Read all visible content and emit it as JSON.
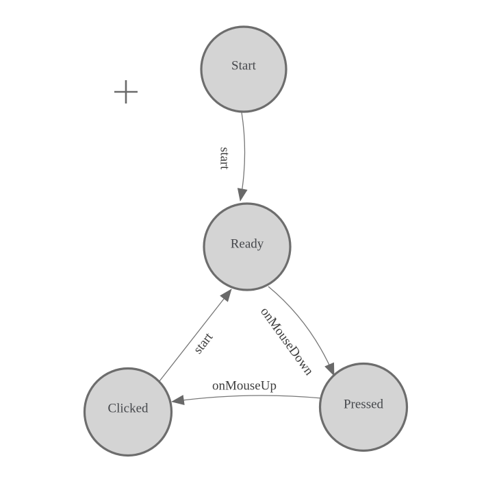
{
  "diagram": {
    "kind": "finite-state-machine",
    "background": "#ffffff",
    "colors": {
      "node_fill": "#d4d4d4",
      "node_border": "#6d6d6d",
      "edge_line": "#767676",
      "arrowhead": "#696969",
      "node_label_text": "#46484c",
      "edge_label_text": "#3d3d3d",
      "origin_cross": "#6a6a6a"
    },
    "nodes": [
      {
        "id": "start",
        "label": "Start"
      },
      {
        "id": "ready",
        "label": "Ready"
      },
      {
        "id": "clicked",
        "label": "Clicked"
      },
      {
        "id": "pressed",
        "label": "Pressed"
      }
    ],
    "edges": [
      {
        "id": "start-to-ready",
        "from": "Start",
        "to": "Ready",
        "label": "start"
      },
      {
        "id": "clicked-to-ready",
        "from": "Clicked",
        "to": "Ready",
        "label": "start"
      },
      {
        "id": "ready-to-pressed",
        "from": "Ready",
        "to": "Pressed",
        "label": "onMouseDown"
      },
      {
        "id": "pressed-to-clicked",
        "from": "Pressed",
        "to": "Clicked",
        "label": "onMouseUp"
      }
    ]
  }
}
